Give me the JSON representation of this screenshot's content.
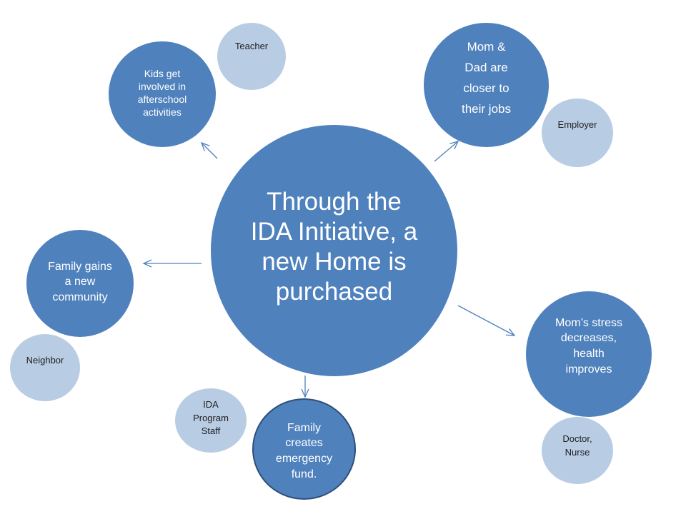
{
  "colors": {
    "primary_circle": "#4f81bd",
    "secondary_circle": "#b8cce4",
    "arrow": "#4f81bd",
    "dark_border": "#2e4f7a"
  },
  "center": {
    "text": "Through the\nIDA Initiative, a\nnew Home is\npurchased"
  },
  "outcomes": {
    "afterschool": "Kids get\ninvolved in\nafterschool\nactivities",
    "jobs": "Mom &\nDad are\ncloser to\ntheir jobs",
    "community": "Family gains\na new\ncommunity",
    "health": "Mom’s stress\ndecreases,\nhealth\nimproves",
    "emergency_fund": "Family\ncreates\nemergency\nfund."
  },
  "supporters": {
    "teacher": "Teacher",
    "employer": "Employer",
    "neighbor": "Neighbor",
    "doctor_nurse": "Doctor,\nNurse",
    "ida_staff": "IDA\nProgram\nStaff"
  }
}
